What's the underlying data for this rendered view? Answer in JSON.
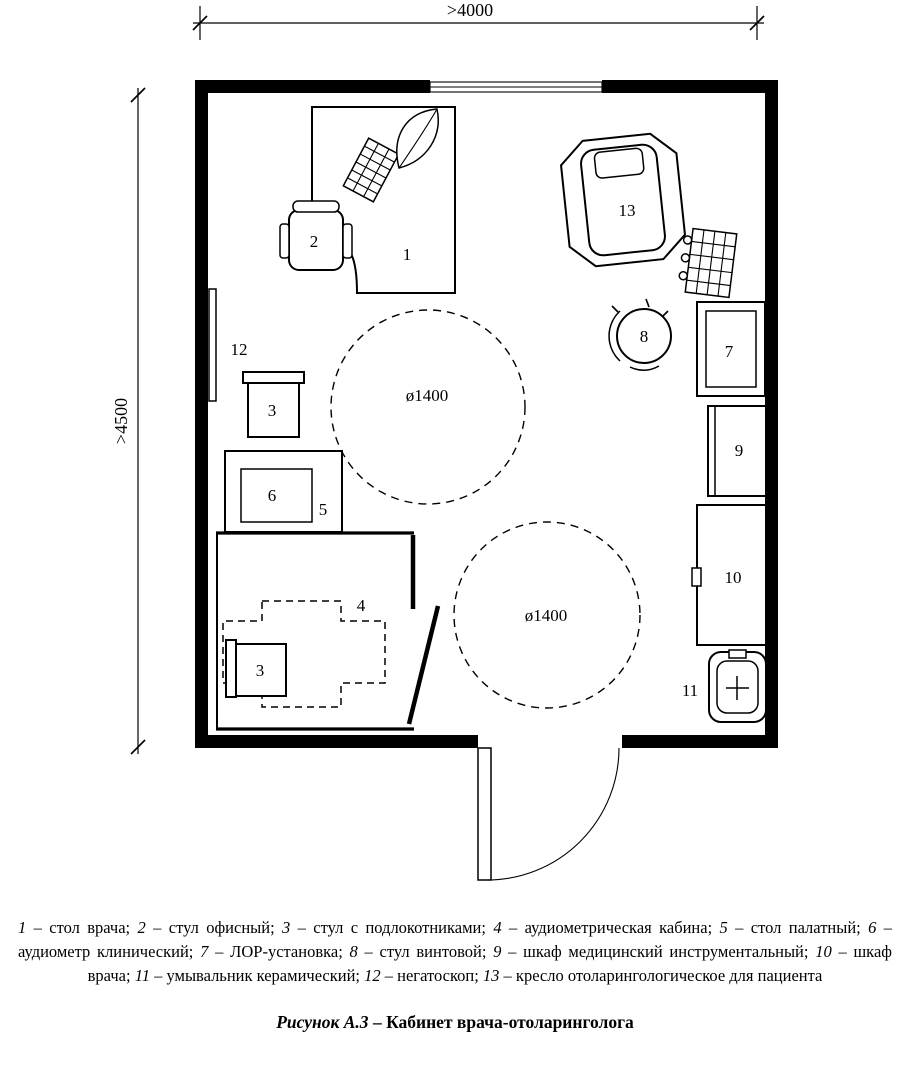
{
  "plan": {
    "dim_top": ">4000",
    "dim_left": ">4500",
    "turning_circle_1": "ø1400",
    "turning_circle_2": "ø1400",
    "labels": {
      "desk": "1",
      "office_chair": "2",
      "armchair_1": "3",
      "booth": "4",
      "ward_table": "5",
      "audiometer": "6",
      "ent_unit": "7",
      "swivel_stool": "8",
      "instrument_cabinet": "9",
      "doctor_cabinet": "10",
      "washbasin": "11",
      "negatoscope": "12",
      "patient_chair": "13",
      "armchair_2": "3"
    }
  },
  "legend": {
    "items": [
      {
        "num": "1",
        "text": " – стол врача; "
      },
      {
        "num": "2",
        "text": " – стул офисный; "
      },
      {
        "num": "3",
        "text": " – стул с подлокотниками; "
      },
      {
        "num": "4",
        "text": " – аудиометрическая кабина; "
      },
      {
        "num": "5",
        "text": " – стол палатный; "
      },
      {
        "num": "6",
        "text": " – аудиометр клинический; "
      },
      {
        "num": "7",
        "text": " – ЛОР-установка; "
      },
      {
        "num": "8",
        "text": " – стул винтовой; "
      },
      {
        "num": "9",
        "text": " – шкаф медицинский инструментальный; "
      },
      {
        "num": "10",
        "text": " – шкаф врача; "
      },
      {
        "num": "11",
        "text": " – умывальник керамический; "
      },
      {
        "num": "12",
        "text": " – негатоскоп; "
      },
      {
        "num": "13",
        "text": " – кресло отоларингологическое для пациента"
      }
    ]
  },
  "caption": {
    "figure": "Рисунок А.3",
    "rest": " – Кабинет врача-отоларинголога"
  }
}
